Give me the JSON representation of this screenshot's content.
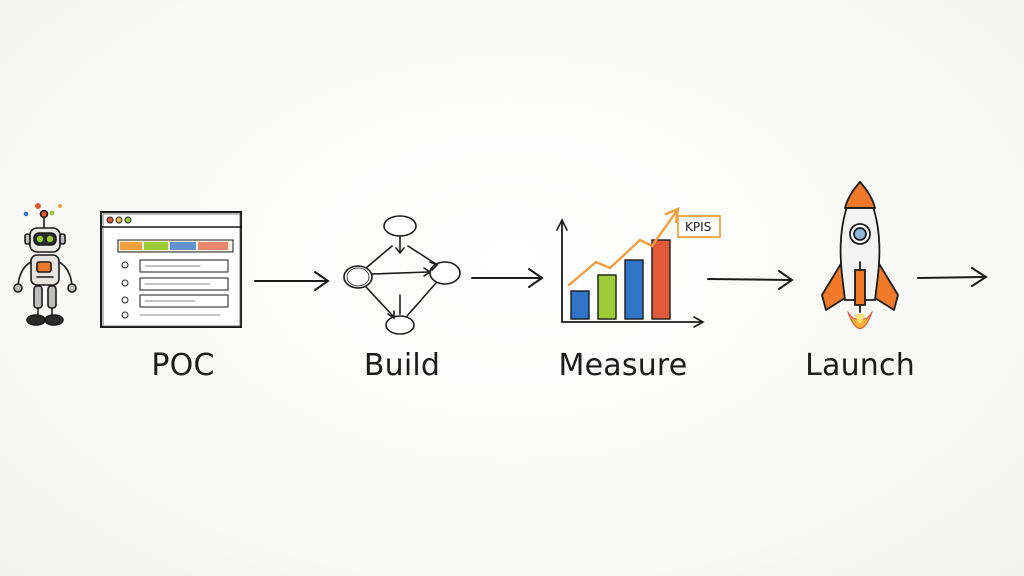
{
  "stages": [
    {
      "label": "POC"
    },
    {
      "label": "Build"
    },
    {
      "label": "Measure"
    },
    {
      "label": "Launch"
    }
  ],
  "measure_chart": {
    "badge": "KPIS"
  },
  "icons": {
    "robot": "robot-icon",
    "browser": "browser-window-icon",
    "flow": "flow-diagram-icon",
    "chart": "bar-chart-icon",
    "rocket": "rocket-icon",
    "arrow": "right-arrow-icon"
  },
  "colors": {
    "ink": "#1b1b1b",
    "bar_blue": "#2f74c9",
    "bar_green": "#9ccd38",
    "bar_red": "#e05a3a",
    "trend_orange": "#f0a040",
    "rocket_orange": "#f07a2a"
  }
}
